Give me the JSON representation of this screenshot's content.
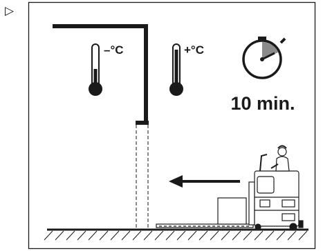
{
  "step_marker": "▷",
  "cold_zone": {
    "label": "–°C"
  },
  "warm_zone": {
    "label": "+°C"
  },
  "timer": {
    "label": "10 min."
  },
  "colors": {
    "ink": "#1a1a1a",
    "timer_fill": "#8a8a8a",
    "white": "#ffffff"
  }
}
